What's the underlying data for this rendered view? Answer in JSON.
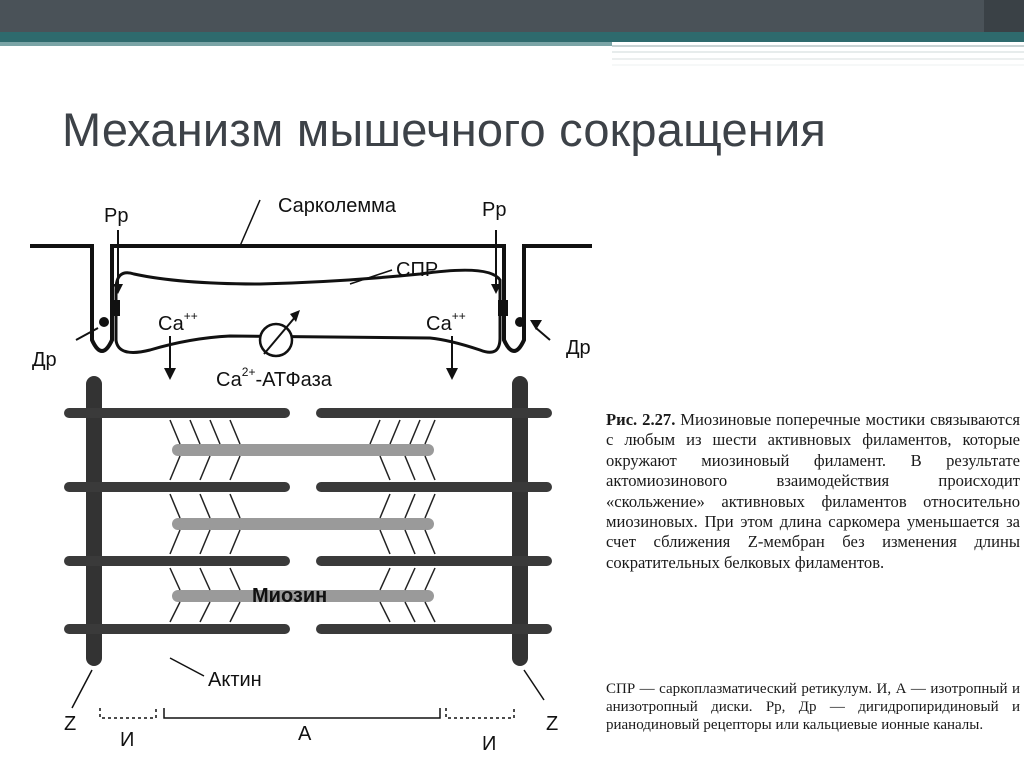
{
  "slide": {
    "title": "Механизм мышечного сокращения"
  },
  "diagram": {
    "labels": {
      "sarcolemma": "Сарколемма",
      "rr_left": "Рр",
      "rr_right": "Рр",
      "spr": "СПР",
      "ca_left": "Са",
      "ca_right": "Са",
      "ca_sup": "++",
      "atpase_ca": "Са",
      "atpase_sup": "2+",
      "atpase_rest": "-АТФаза",
      "dr_left": "Др",
      "dr_right": "Др",
      "myosin": "Миозин",
      "actin": "Актин",
      "z_left": "Z",
      "z_right": "Z",
      "i_left": "И",
      "a_band": "А",
      "i_right": "И"
    }
  },
  "caption": {
    "figure_label": "Рис. 2.27.",
    "text": "Миозиновые поперечные мостики связываются с любым из шести активновых филаментов, которые окружают миозиновый филамент. В результате актомиозинового взаимодействия происходит «скольжение» активновых филаментов относительно миозиновых. При этом длина саркомера уменьшается за счет сближения Z-мембран без изменения длины сократительных белковых филаментов.",
    "legend": "СПР — саркоплазматический ретикулум. И, А — изотропный и анизотропный диски. Рр, Др — дигидропиридиновый и рианодиновый рецепторы или кальциевые ионные каналы."
  }
}
